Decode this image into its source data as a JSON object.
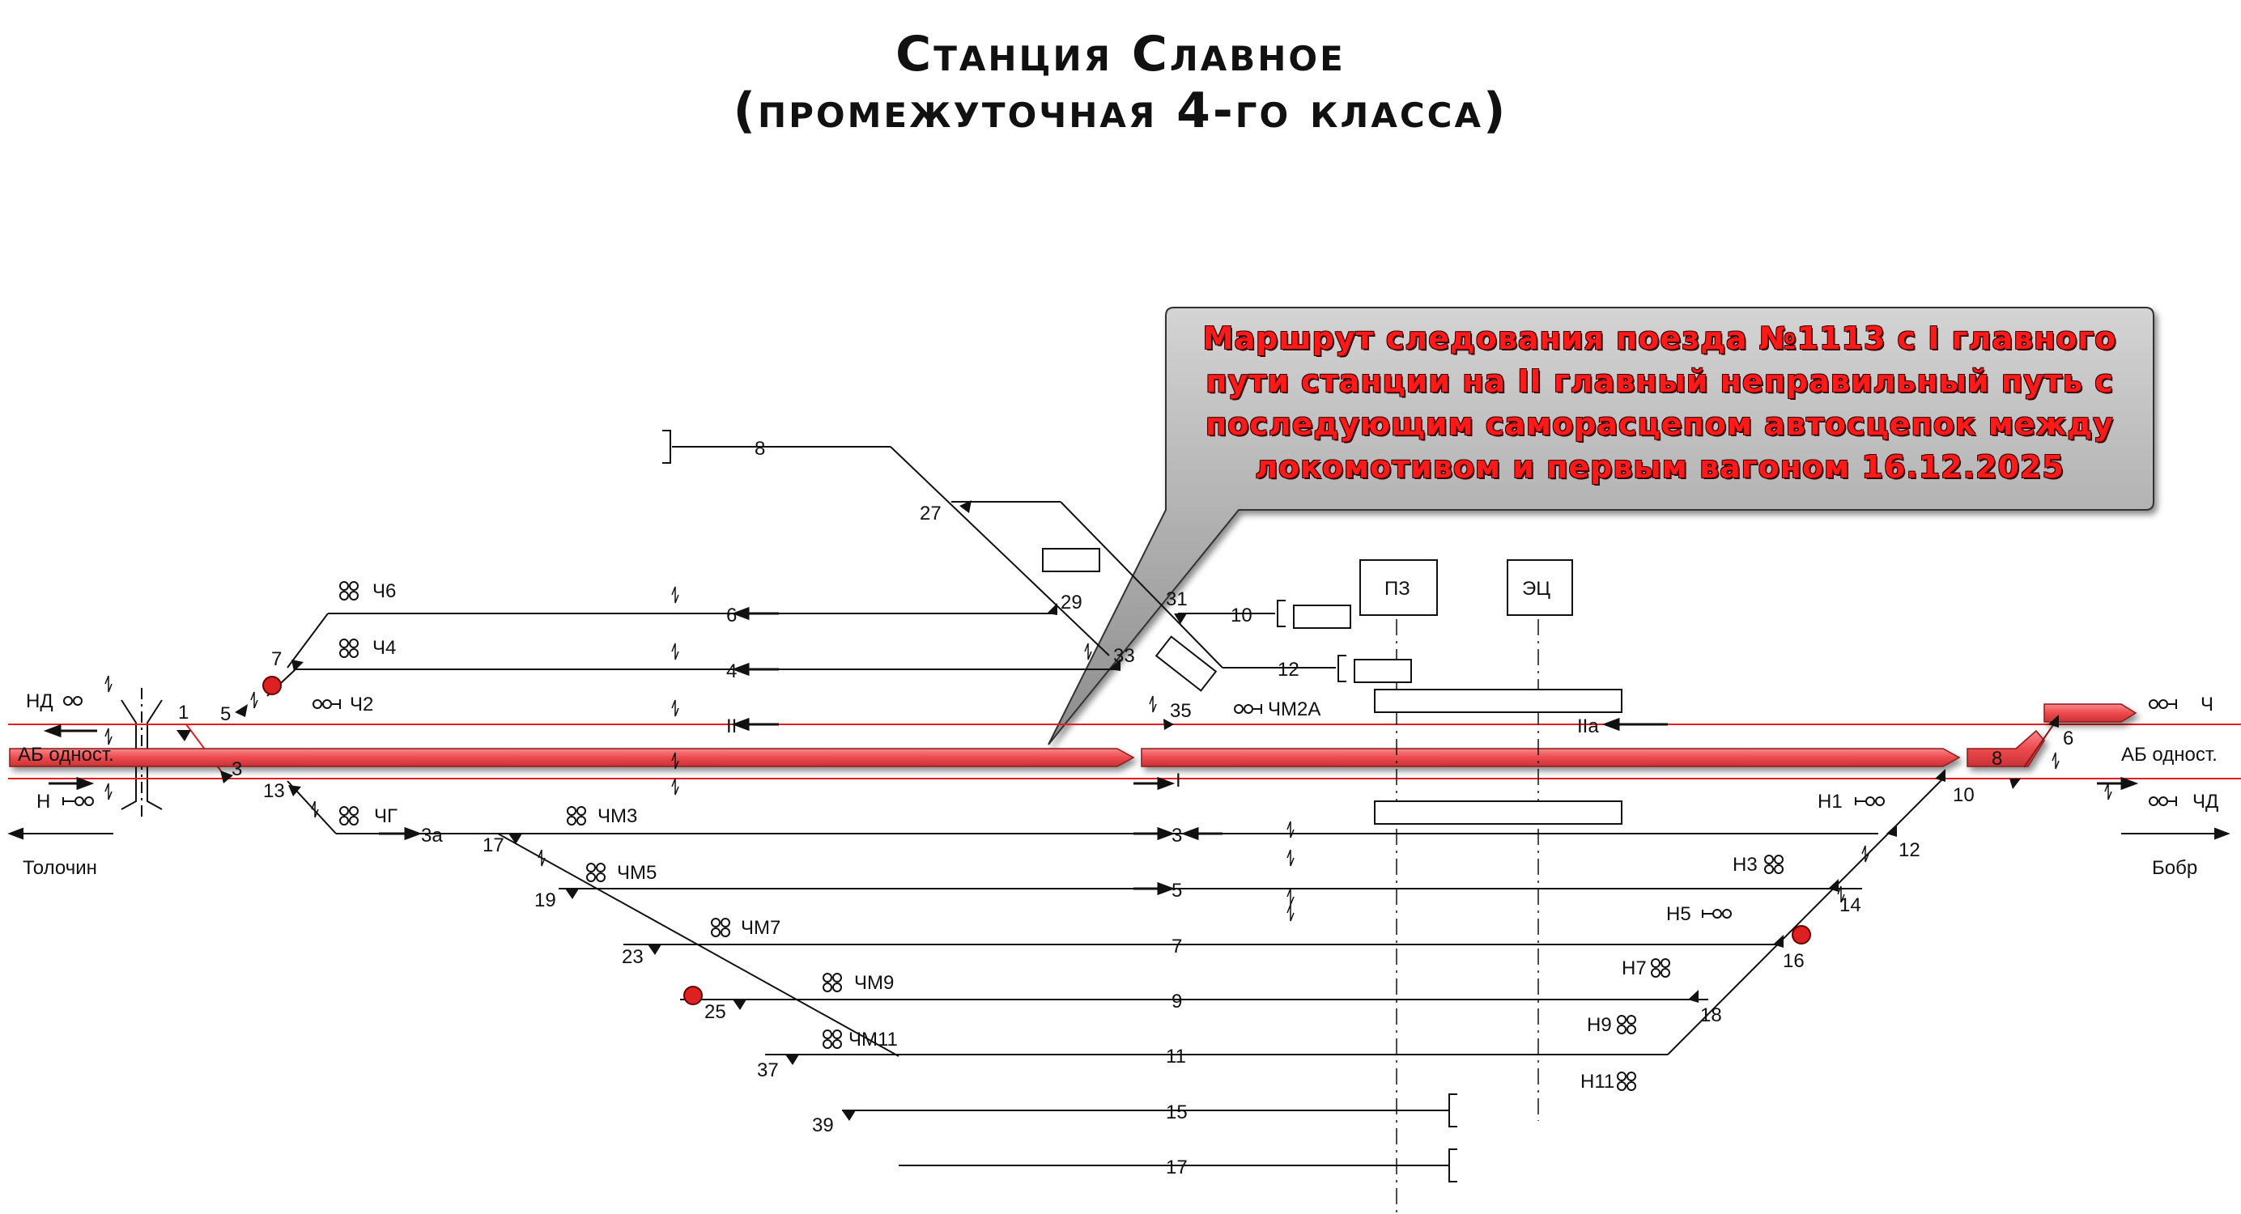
{
  "title": {
    "line1": "Станция Славное",
    "line2": "(промежуточная 4-го класса)"
  },
  "callout": {
    "text": "Маршрут следования поезда №1113 с I главного пути станции на II главный неправильный путь с последующим саморасцепом автосцепок между локомотивом и первым вагоном 16.12.2025"
  },
  "directions": {
    "left": "Толочин",
    "right": "Бобр",
    "block_left": "АБ одност.",
    "block_right": "АБ одност."
  },
  "buildings": {
    "pz": "ПЗ",
    "ec": "ЭЦ"
  },
  "tracks": {
    "t8": "8",
    "t6": "6",
    "t4": "4",
    "tII": "II",
    "tIIa": "IIa",
    "tI": "I",
    "t3": "3",
    "t5": "5",
    "t7": "7",
    "t9": "9",
    "t11": "11",
    "t15": "15",
    "t17": "17",
    "t10": "10",
    "t12": "12",
    "t3a": "3а"
  },
  "switches": {
    "s1": "1",
    "s3": "3",
    "s5": "5",
    "s7": "7",
    "s13": "13",
    "s17": "17",
    "s19": "19",
    "s23": "23",
    "s25": "25",
    "s27": "27",
    "s29": "29",
    "s31": "31",
    "s33": "33",
    "s35": "35",
    "s37": "37",
    "s39": "39",
    "s6": "6",
    "s8": "8",
    "s10": "10",
    "s12": "12",
    "s14": "14",
    "s16": "16",
    "s18": "18"
  },
  "signals": {
    "nd": "НД",
    "n": "Н",
    "ch6": "Ч6",
    "ch4": "Ч4",
    "ch2": "Ч2",
    "chg": "ЧГ",
    "chm2a": "ЧМ2А",
    "chm3": "ЧМ3",
    "chm5": "ЧМ5",
    "chm7": "ЧМ7",
    "chm9": "ЧМ9",
    "chm11": "ЧМ11",
    "ch": "Ч",
    "chd": "ЧД",
    "n1": "Н1",
    "n3": "Н3",
    "n5": "Н5",
    "n7": "Н7",
    "n9": "Н9",
    "n11": "Н11"
  },
  "colors": {
    "route_fill": "#f0555a",
    "route_line": "#e81c1c",
    "callout_bg": "#aaaaaa",
    "callout_text": "#ff1a1a",
    "marker": "#dd2020"
  }
}
